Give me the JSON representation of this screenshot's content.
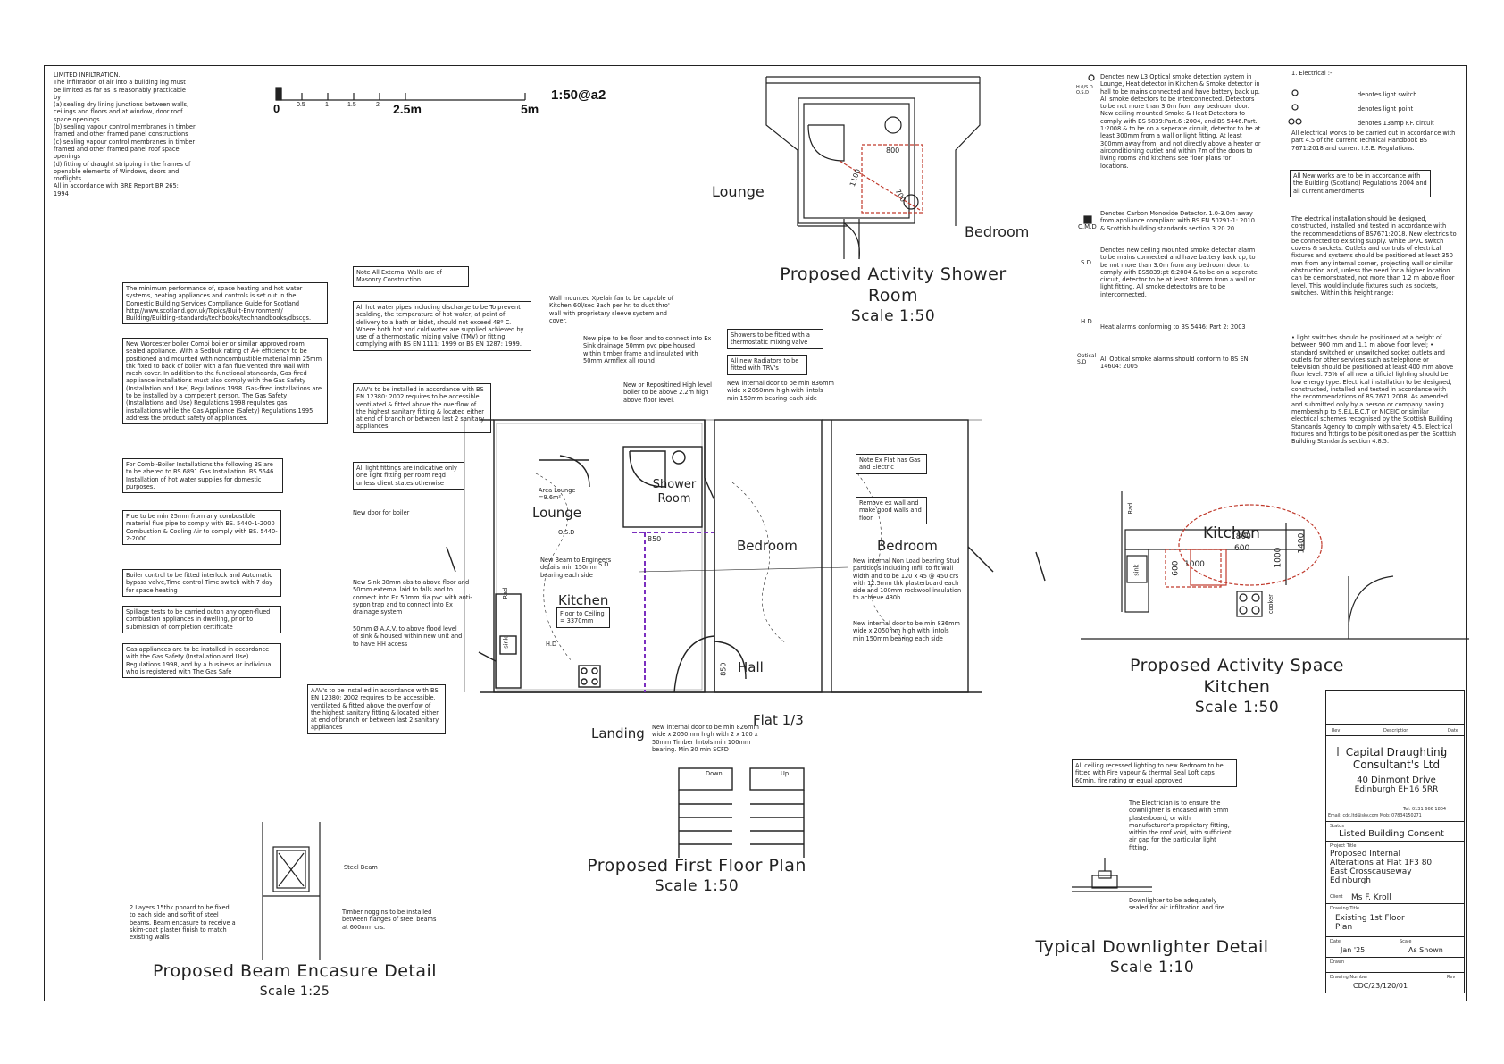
{
  "infiltration_note": [
    "LIMITED INFILTRATION.",
    "The infiltration of air into a building ing must",
    "be limited as far as is reasonably practicable",
    "by",
    "(a) sealing dry lining junctions between walls,",
    "ceilings and floors and at window, door roof",
    "space openings.",
    "(b) sealing vapour control membranes in timber",
    "framed and other framed panel constructions",
    "(c) sealing vapour control membranes in timber",
    "framed and other framed panel roof space",
    "openings",
    "(d) fitting of draught stripping in the frames of",
    "openable elements of Windows, doors and",
    "rooflights.",
    "All in accordance with BRE Report BR 265:",
    "1994"
  ],
  "scale_bar": {
    "ticks": [
      "0",
      "0.5",
      "1",
      "1.5",
      "2",
      "2.5m",
      "5m"
    ],
    "label": "1:50@a2"
  },
  "notes_left": {
    "heating_performance": "The minimum performance of, space heating and hot water systems, heating appliances and controls is set out in the Domestic Building Services Compliance Guide for Scotland http://www.scotland.gov.uk/Topics/Built-Environment/ Building/Building-standards/techbooks/techhandbooks/dbscgs.",
    "boiler": "New Worcester boiler Combi boiler or similar approved room sealed appliance. With a Sedbuk rating of A+ efficiency to be positioned and mounted with noncombustible material min 25mm thk fixed to back of boiler with a fan flue vented thro wall with mesh cover. In addition to the functional standards, Gas-fired appliance installations must also comply with the Gas Safety (Installation and Use) Regulations 1998. Gas-fired installations are to be installed by a competent person. The Gas Safety (Installations and Use) Regulations 1998 regulates gas installations while the Gas Appliance (Safety) Regulations 1995 address the product safety of appliances.",
    "combi": "For Combi-Boiler Installations the following BS are to be ahered to BS 6891 Gas Installation. BS 5546 Installation of hot water supplies for domestic purposes.",
    "flue": "Flue to be min 25mm from any combustible material flue pipe to comply with BS. 5440-1-2000 Combustion & Cooling Air to comply with BS. 5440-2-2000",
    "control": "Boiler control to be fitted interlock and Automatic bypass valve,Time control Time switch with 7 day for space heating",
    "spillage": "Spillage tests to be carried outon any open-flued combustion appliances in dwelling, prior to submission of completion certificate",
    "gas_appliances": "Gas appliances are to be installed in accordance with the Gas Safety (Installation and Use) Regulations 1998, and by a business or individual who is registered with The Gas Safe"
  },
  "notes_center": {
    "external_walls": "Note All External Walls are of Masonry Construction",
    "hot_water": "All hot water pipes including discharge to be To prevent scalding, the temperature of hot water, at point of delivery to a bath or bidet, should not exceed 48º C. Where both hot and cold water are supplied achieved by use of a thermostatic mixing valve (TMV) or fitting complying with BS EN 1111: 1999 or BS EN 1287: 1999.",
    "aav1": "AAV's to be installed in accordance with BS EN 12380: 2002 requires to be accessible, ventilated & fitted above the overflow of the highest sanitary fitting & located either at end of branch or between last 2 sanitary appliances",
    "light_fittings": "All light fittings are indicative only one light fitting per room reqd unless client states otherwise",
    "new_door_boiler": "New door for boiler",
    "xpelair": "Wall mounted Xpelair fan to be capable of Kitchen 60l/sec 3ach per hr. to duct thro' wall with proprietary sleeve system and cover.",
    "pipe": "New pipe to be floor and to connect into Ex Sink drainage 50mm pvc pipe housed within timber frame and insulated with 50mm Armflex all round",
    "boiler_repos": "New or Repositined High level boiler to be above 2.2m high above floor level.",
    "showers": "Showers to be fitted with a thermostatic mixing valve",
    "radiators": "All new Radiators to be fitted with TRV's",
    "int_door1": "New internal door to be min 836mm wide x 2050mm high with lintols min 150mm bearing each side",
    "sink": "New Sink 38mm abs to above floor and 50mm external laid to falls and to connect into Ex 50mm dia pvc with anti-sypon trap and to connect into Ex drainage system",
    "aav_sink": "50mm Ø A.A.V. to above flood level of sink & housed within new unit and to have HH access",
    "beam": "New Beam to Engineers details min 150mm bearing each side",
    "floor_ceiling": "Floor to Ceiling = 3370mm",
    "area_lounge": "Area Lounge =9.6m²",
    "ex_flat": "Note Ex Flat has Gas and Electric",
    "remove_wall": "Remove ex wall and make good walls and floor",
    "stud": "New internal Non Load bearing Stud partitions including Infill to fit wall width and to be 120 x 45 @ 450 crs with 12.5mm thk plasterboard each side and 100mm rockwool insulation to achieve 430b",
    "int_door2": "New internal door to be min 836mm wide x 2050mm high with lintols min 150mm bearing each side",
    "aav2": "AAV's to be installed in accordance with BS EN 12380: 2002 requires to be accessible, ventilated & fitted above the overflow of the highest sanitary fitting & located either at end of branch or between last 2 sanitary appliances",
    "int_door3": "New internal door to be min 826mm wide x 2050mm high with 2 x 100 x 50mm Timber lintols min 100mm bearing. Min 30 min SCFD"
  },
  "plan_labels": {
    "lounge": "Lounge",
    "shower_room": "Shower Room",
    "bedroom": "Bedroom",
    "bedroom2": "Bedroom",
    "kitchen": "Kitchen",
    "hall": "Hall",
    "landing": "Landing",
    "flat": "Flat 1/3",
    "down": "Down",
    "up": "Up",
    "sink": "sink",
    "rad": "Rad",
    "dim_850": "850",
    "dim_850v": "850",
    "osd": "O.S.D",
    "hd": "H.D",
    "sd": "S.D",
    "title": "Proposed First Floor Plan",
    "scale": "Scale 1:50"
  },
  "shower_detail": {
    "lounge": "Lounge",
    "bedroom": "Bedroom",
    "dim_800": "800",
    "dim_1100": "1100",
    "dim_700": "700",
    "title": "Proposed Activity Shower Room",
    "scale": "Scale 1:50"
  },
  "kitchen_detail": {
    "kitchen": "Kitchen",
    "dim_1800": "1800",
    "dim_600": "600",
    "dim_1000": "1000",
    "dim_1000v": "1000",
    "dim_600v": "600",
    "dim_1400": "1400",
    "sink": "sink",
    "rad": "Rad",
    "cooker": "cooker",
    "title": "Proposed Activity Space Kitchen",
    "scale": "Scale 1:50"
  },
  "beam_detail": {
    "steel_beam": "Steel Beam",
    "pboard": "2 Layers 15thk pboard to be fixed to each side and soffit of steel beams. Beam encasure to receive a skim-coat plaster finish to match existing walls",
    "noggins": "Timber noggins to be installed between flanges of steel beams at 600mm crs.",
    "title": "Proposed Beam Encasure Detail",
    "scale": "Scale 1:25"
  },
  "downlighter_detail": {
    "recessed": "All ceiling recessed lighting to new Bedroom to be fitted with Fire vapour & thermal Seal Loft caps 60min. fire rating or equal approved",
    "electrician": "The Electrician is to ensure the downlighter is encased with 9mm plasterboard, or with manufacturer's proprietary fitting, within the roof void, with sufficient air gap for the particular light fitting.",
    "sealed": "Downlighter to be adequately sealed for air infiltration and fire",
    "title": "Typical Downlighter Detail",
    "scale": "Scale 1:10"
  },
  "legend_smoke": [
    {
      "icon": "H.0/S.D\nO.S.D",
      "text": "Denotes new L3 Optical smoke detection system in Lounge, Heat detector in Kitchen & Smoke detector in hall to be mains connected and have battery back up. All smoke detectors to be interconnected. Detectors to be not more than 3.0m from any bedroom door. New ceiling mounted Smoke & Heat Detectors to comply with BS 5839:Part.6 :2004, and BS 5446.Part. 1:2008 & to be on a seperate circuit, detector to be at least 300mm from a wall or light fitting. At least 300mm away from, and not directly above a heater or airconditioning outlet and within 7m of the doors to living rooms and kitchens see floor plans for locations."
    },
    {
      "icon": "C.M.D",
      "text": "Denotes Carbon Monoxide Detector. 1.0-3.0m away from appliance compliant with BS EN 50291-1: 2010 & Scottish building standards section 3.20.20."
    },
    {
      "icon": "S.D",
      "text": "Denotes new ceiling mounted smoke detector alarm to be mains connected and have battery back up, to be not more than 3.0m from any bedroom door, to comply with BS5839:pt 6:2004 & to be on a seperate circuit, detector to be at least 300mm from a wall or light fitting. All smoke detectotrs are to be interconnected."
    },
    {
      "icon": "H.D",
      "text": "Heat alarms conforming to BS 5446: Part 2: 2003"
    },
    {
      "icon": "Optical S.D",
      "text": "All Optical smoke alarms should conform to BS EN 14604: 2005"
    }
  ],
  "electrical": {
    "heading": "1. Electrical :-",
    "items": [
      "denotes light switch",
      "denotes light point",
      "denotes 13amp F.F. circuit"
    ],
    "para1": "All electrical works to be carried out in accordance with part 4.5 of the current Technical Handbook BS 7671:2018 and current I.E.E. Regulations.",
    "box": "All New works are to be in accordance with the Building (Scotland) Regulations 2004 and all current amendments",
    "para2": "The electrical installation should be designed, constructed, installed and tested in accordance with the recommendations of BS7671:2018. New electrics to be connected to existing supply. White uPVC switch covers & sockets. Outlets and controls of electrical fixtures and systems should be positioned at least 350 mm from any internal corner, projecting wall or similar obstruction and, unless the need for a higher location can be demonstrated, not more than 1.2 m above floor level. This would include fixtures such as sockets, switches. Within this height range:",
    "bullets": "• light switches should be positioned at a height of between 900 mm and 1.1 m above floor level; • standard switched or unswitched socket outlets and outlets for other services such as telephone or television should be positioned at least 400 mm above floor level. 75% of all new artificial lighting should be low energy type. Electrical installation to be designed, constructed, installed and tested in accordance with the recommendations of BS 7671:2008, As amended and submitted only by a person or company having membership to S.E.L.E.C.T or NICEIC or similar electrical schemes recognised by the Scottish Building Standards Agency to comply with safety 4.5. Electrical fixtures and fittings to be positioned as per the Scottish Building Standards section 4.8.5."
  },
  "title_block": {
    "rev": "Rev",
    "description": "Description",
    "date": "Date",
    "company": "Capital Draughting Consultant's Ltd",
    "address1": "40 Dinmont Drive",
    "address2": "Edinburgh EH16 5RR",
    "tel": "Tel: 0131 666 1804",
    "email": "Email: cdc.ltd@sky.com  Mob: 07834150271",
    "status_label": "Status",
    "status": "Listed Building Consent",
    "project_label": "Project Title",
    "project": "Proposed Internal Alterations at Flat 1F3 80 East Crosscauseway Edinburgh",
    "client_label": "Client",
    "client": "Ms F. Kroll",
    "drawing_label": "Drawing Title",
    "drawing": "Existing 1st Floor Plan",
    "date_label": "Date",
    "date_val": "Jan '25",
    "scale_label": "Scale",
    "scale_val": "As Shown",
    "drawn_label": "Drawn",
    "number_label": "Drawing Number",
    "number": "CDC/23/120/01",
    "rev_label": "Rev"
  }
}
